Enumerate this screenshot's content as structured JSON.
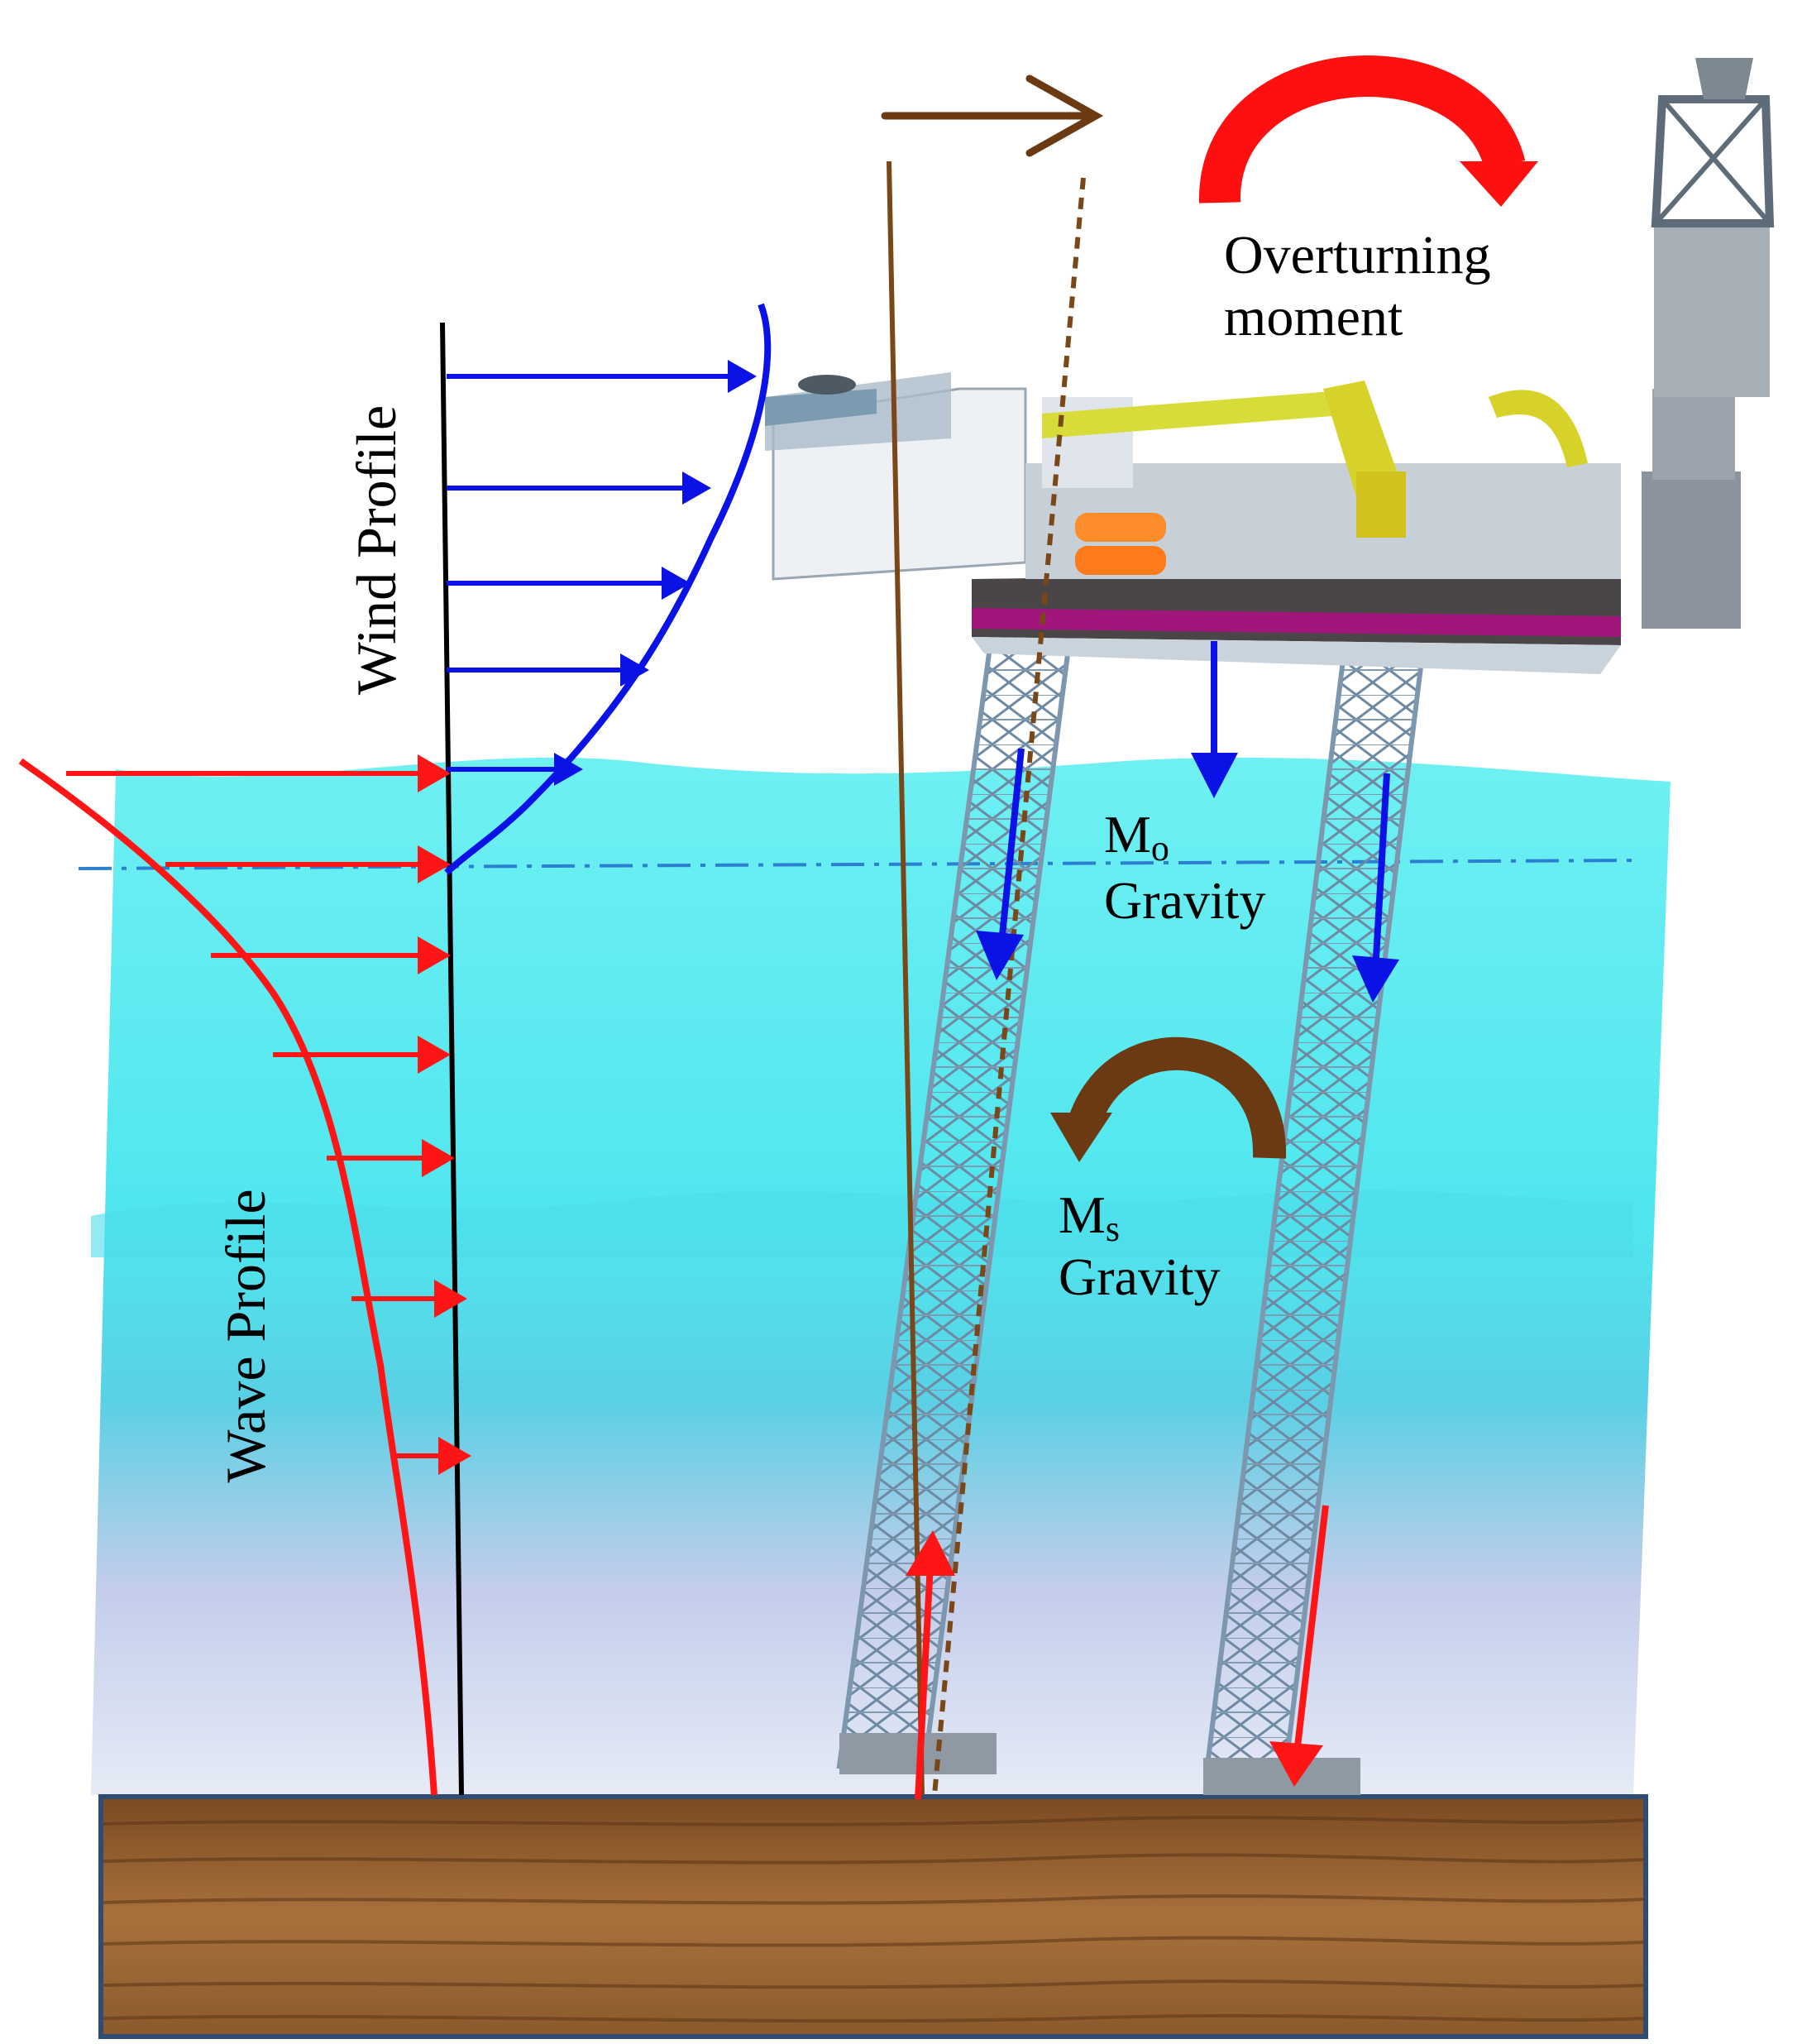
{
  "labels": {
    "wind_profile": "Wind Profile",
    "wave_profile": "Wave Profile",
    "overturning_line1": "Overturning",
    "overturning_line2": "moment",
    "mo_symbol": "M",
    "mo_subscript": "o",
    "mo_gravity": "Gravity",
    "ms_symbol": "M",
    "ms_subscript": "s",
    "ms_gravity": "Gravity"
  },
  "colors": {
    "wind": "#0b12e6",
    "wave": "#ff1515",
    "moment_overturning": "#ff1010",
    "moment_stabilizing": "#6b3a12",
    "tilt_line": "#7a4718",
    "sea_upper": "#5ee6ec",
    "sea_lower": "#c6d2ec",
    "seabed": "#8b5a2b",
    "leg": "#9cb1c4",
    "deck_band": "#a1167a"
  }
}
